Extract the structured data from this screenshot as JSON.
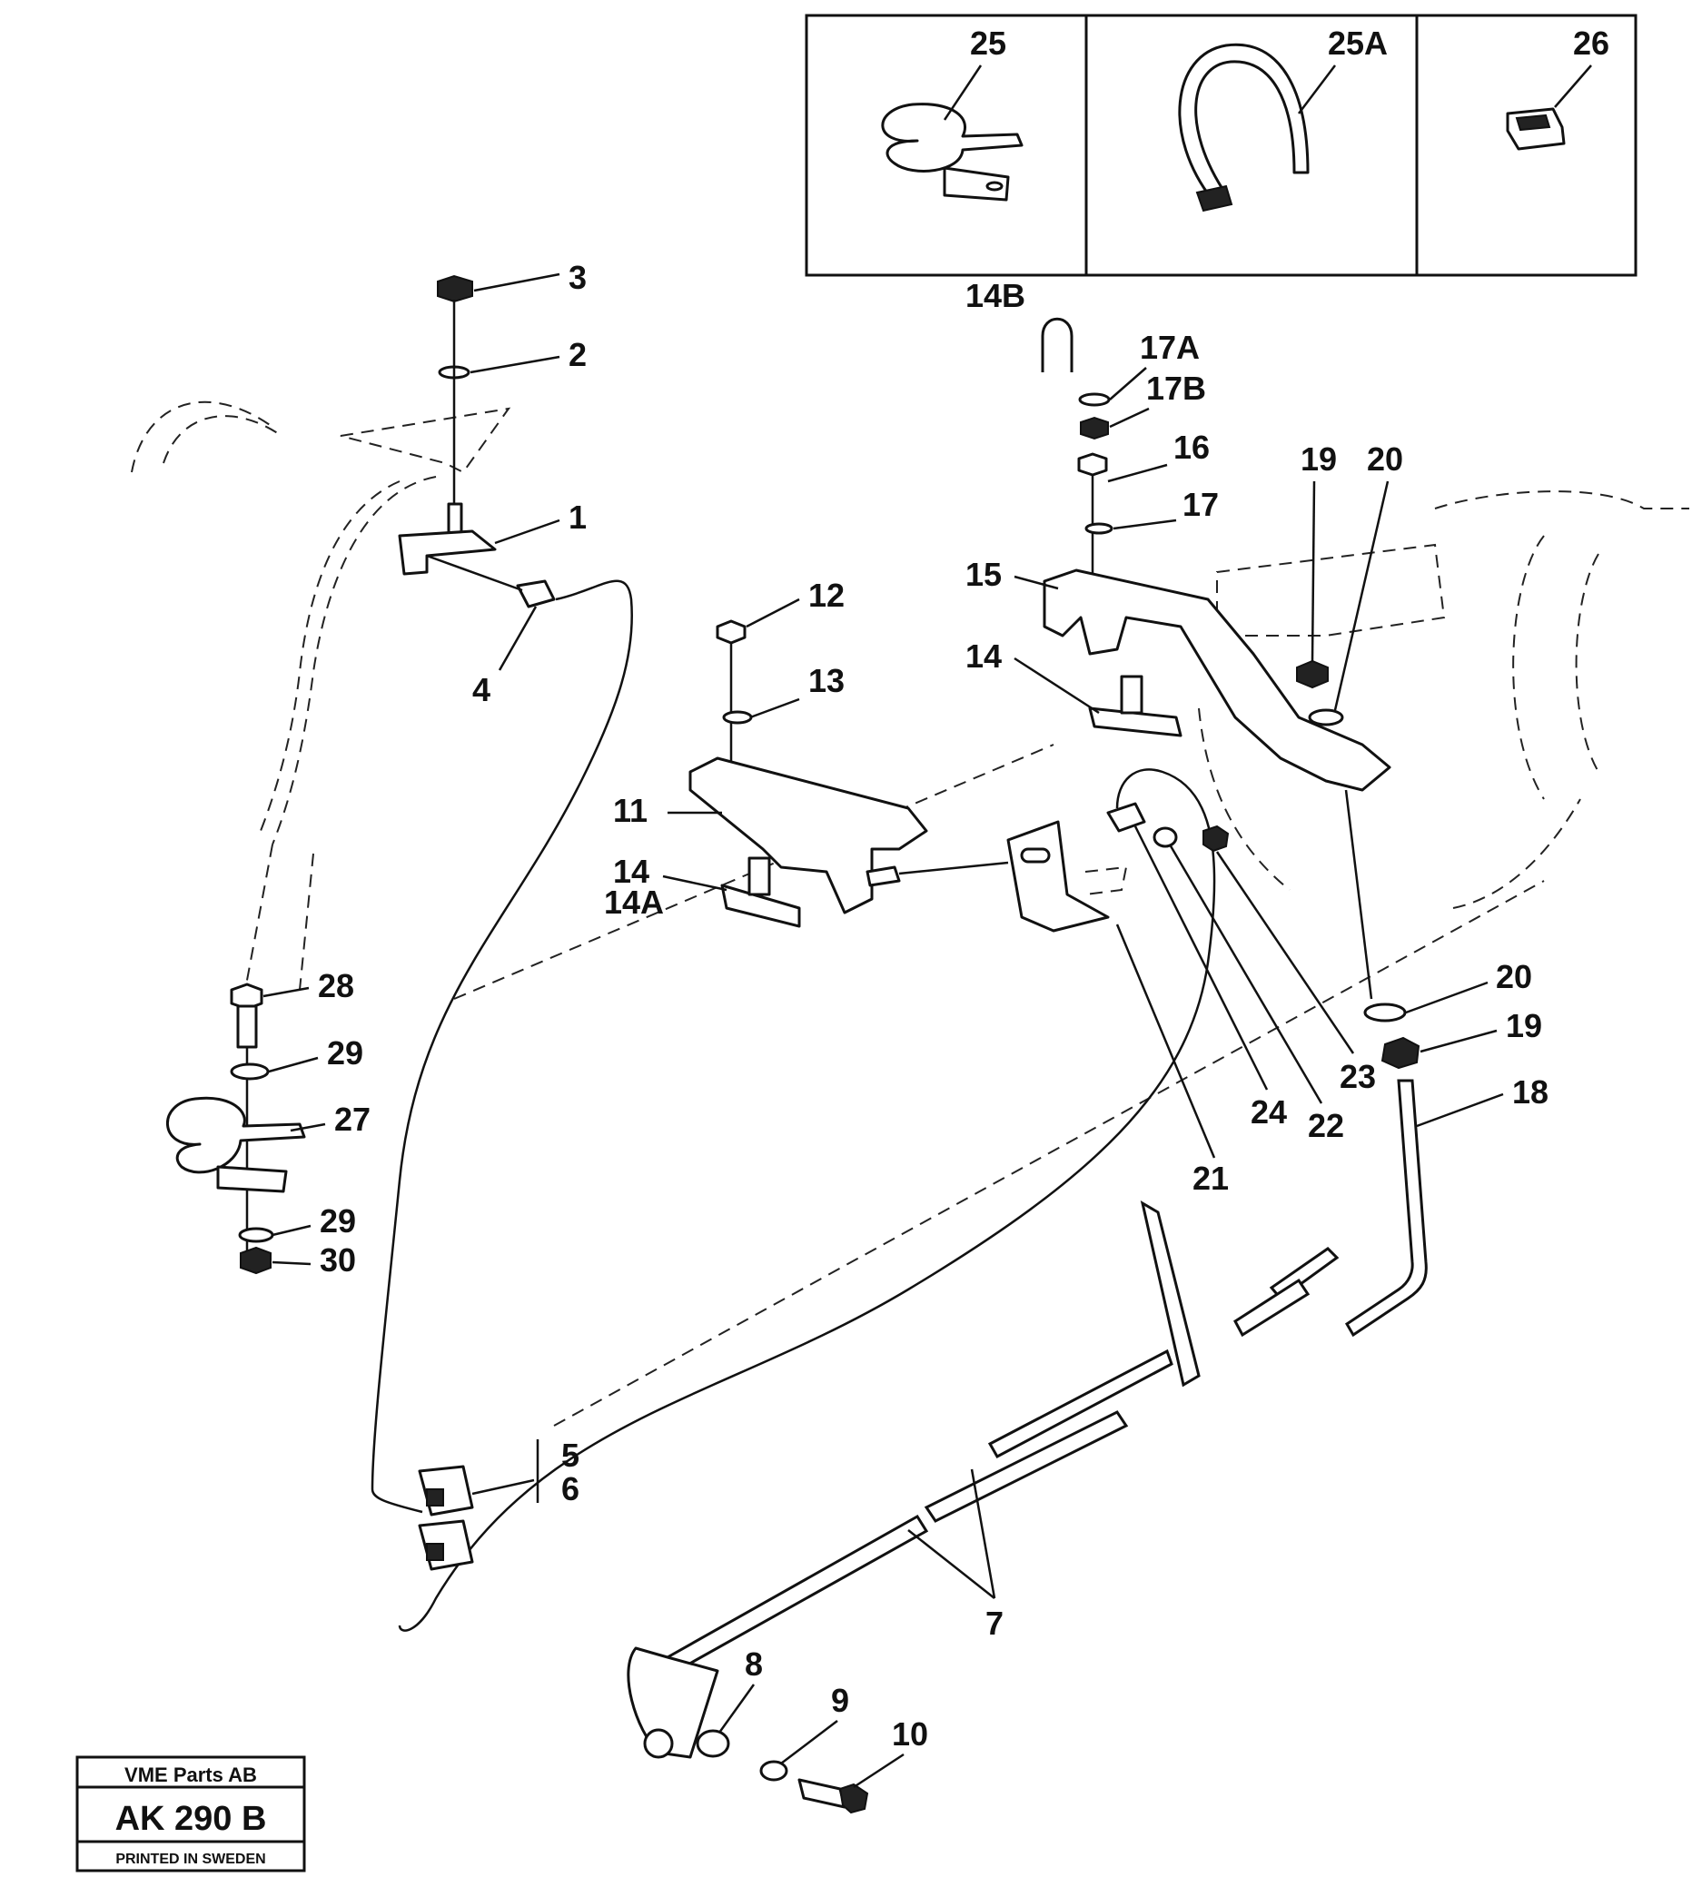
{
  "inset": {
    "labels": [
      "25",
      "25A",
      "26"
    ]
  },
  "callouts": {
    "c1": "1",
    "c2": "2",
    "c3": "3",
    "c4": "4",
    "c5": "5",
    "c6": "6",
    "c7": "7",
    "c8": "8",
    "c9": "9",
    "c10": "10",
    "c11": "11",
    "c12": "12",
    "c13": "13",
    "c14a": "14",
    "c14b": "14",
    "c14A": "14A",
    "c14B": "14B",
    "c15": "15",
    "c16": "16",
    "c17": "17",
    "c17A": "17A",
    "c17B": "17B",
    "c18": "18",
    "c19a": "19",
    "c19b": "19",
    "c20a": "20",
    "c20b": "20",
    "c21": "21",
    "c22": "22",
    "c23": "23",
    "c24": "24",
    "c27": "27",
    "c28": "28",
    "c29a": "29",
    "c29b": "29",
    "c30": "30"
  },
  "stamp": {
    "company": "VME Parts AB",
    "code": "AK 290 B",
    "printed": "PRINTED IN SWEDEN"
  }
}
